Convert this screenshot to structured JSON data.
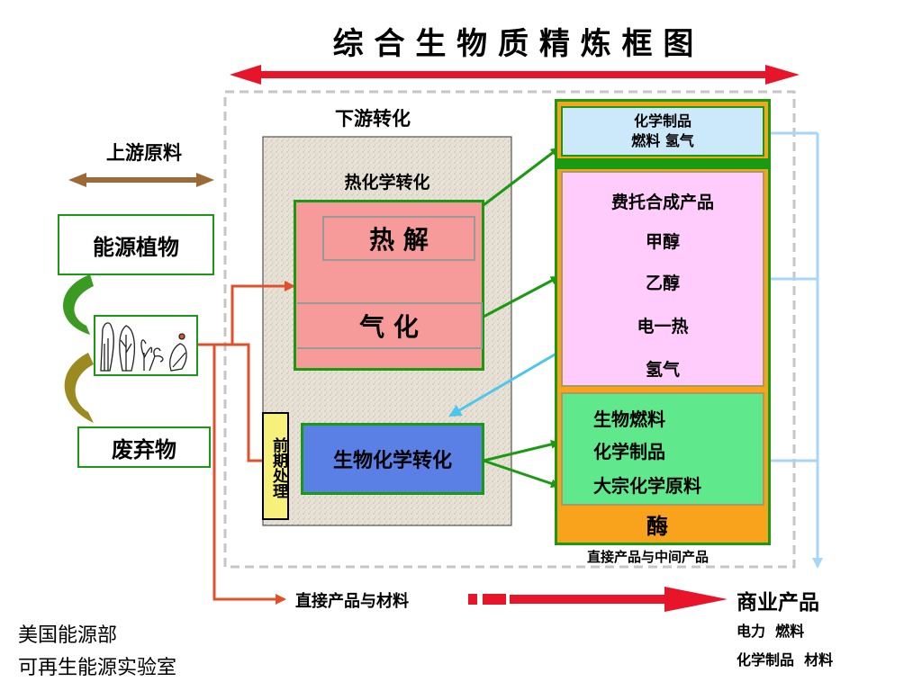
{
  "title": "综 合 生 物 质 精 炼 框 图",
  "upstream": {
    "label": "上游原料",
    "energy_plants": "能源植物",
    "waste": "废弃物"
  },
  "downstream": {
    "label": "下游转化",
    "thermochemical": {
      "label": "热化学转化",
      "pyrolysis": "热 解",
      "gasification": "气 化"
    },
    "pretreatment": "前期处理",
    "biochemical": "生物化学转化"
  },
  "products": {
    "top": [
      "化学制品",
      "燃料 氢气"
    ],
    "pink": [
      "费托合成产品",
      "甲醇",
      "乙醇",
      "电一热",
      "氢气"
    ],
    "green": [
      "生物燃料",
      "化学制品",
      "大宗化学原料"
    ],
    "enzyme": "酶",
    "intermediate_label": "直接产品与中间产品"
  },
  "bottom_flow": {
    "direct_label": "直接产品与材料",
    "commercial": "商业产品",
    "commercial_line1": "电力  燃料",
    "commercial_line2": "化学制品  材料"
  },
  "credit": {
    "line1": "美国能源部",
    "line2": "可再生能源实验室"
  },
  "colors": {
    "red_arrow": "#e8142a",
    "green_border": "#199a10",
    "pink": "#ffccfb",
    "light_green": "#5fe88c",
    "orange": "#f9a21b",
    "light_blue": "#cce9fb",
    "blue_line": "#a8d6f8",
    "salmon": "#f79a9a",
    "blue_box": "#5a80e6",
    "yellow": "#f7f07a",
    "brown_arrow": "#9b6a37",
    "orange_red_arrow": "#e0502a"
  }
}
